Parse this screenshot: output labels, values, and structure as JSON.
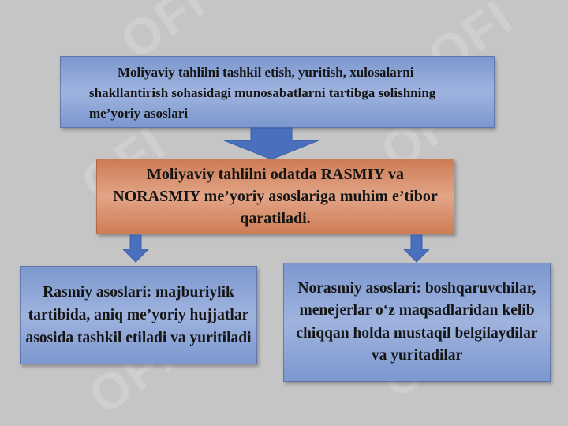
{
  "watermark": "OFI",
  "colors": {
    "background": "#c5c5c5",
    "box_blue": "#8ea6d8",
    "box_orange": "#dc916d",
    "arrow_blue": "#4a6fbd"
  },
  "top_box": {
    "text": "Moliyaviy tahlilni tashkil etish, yuritish, xulosalarni shakllantirish sohasidagi munosabatlarni tartibga solishning me’yoriy asoslari"
  },
  "middle_box": {
    "text": "Moliyaviy tahlilni odatda RASMIY va NORASMIY me’yoriy asoslariga muhim e’tibor qaratiladi."
  },
  "left_box": {
    "text": "Rasmiy asoslari: majburiylik tartibida, aniq me’yoriy hujjatlar asosida tashkil etiladi va yuritiladi"
  },
  "right_box": {
    "text": "Norasmiy asoslari: boshqaruvchilar, menejerlar o‘z maqsadlaridan kelib chiqqan holda mustaqil belgilaydilar va yuritadilar"
  }
}
